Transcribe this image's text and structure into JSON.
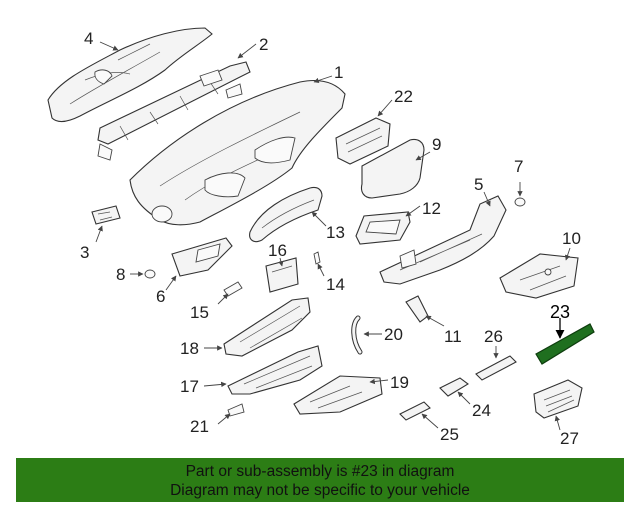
{
  "diagram": {
    "callouts": [
      "1",
      "2",
      "3",
      "4",
      "5",
      "6",
      "7",
      "8",
      "9",
      "10",
      "11",
      "12",
      "13",
      "14",
      "15",
      "16",
      "17",
      "18",
      "19",
      "20",
      "21",
      "22",
      "23",
      "24",
      "25",
      "26",
      "27"
    ],
    "highlighted_callout": "23",
    "highlight_color": "#1f6f1f"
  },
  "banner": {
    "line1": "Part or sub-assembly is #23 in diagram",
    "line2": "Diagram may not be specific to your vehicle",
    "background": "#2c7d15"
  }
}
